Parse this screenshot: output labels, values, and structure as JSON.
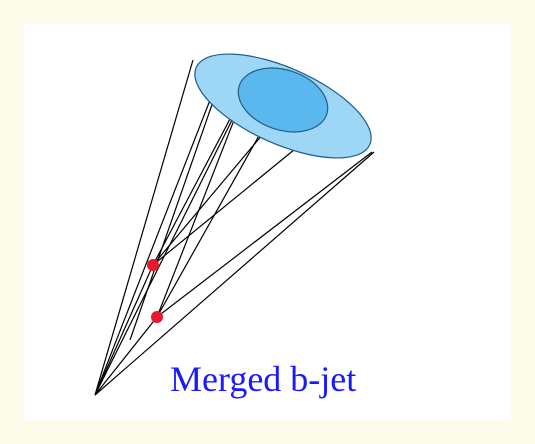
{
  "diagram": {
    "caption": "Merged b-jet",
    "colors": {
      "background_outer": "#fdfbe9",
      "background_inner": "#ffffff",
      "outer_cone_fill": "#9ed6f5",
      "inner_cone_fill": "#5bb8ef",
      "cone_stroke": "#1f5f8a",
      "lines": "#000000",
      "vertex_dots": "#e8192c",
      "caption": "#1a1aff"
    },
    "elements": [
      "outer-cone",
      "inner-cone",
      "jet-line",
      "decay-vertex-1",
      "decay-vertex-2"
    ]
  }
}
